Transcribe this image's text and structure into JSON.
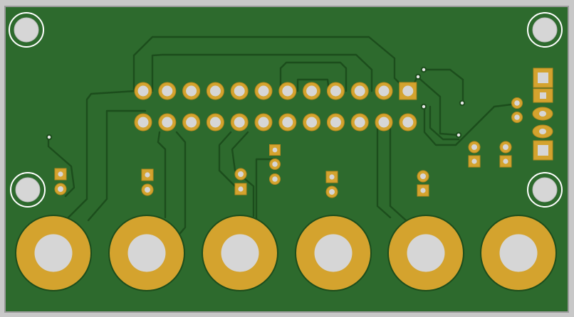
{
  "board": {
    "colors": {
      "background": "#c8c8c8",
      "substrate": "#2d6a2d",
      "copper_fill": "#276327",
      "trace": "#1f4f1f",
      "trace_outline": "#173d17",
      "pad": "#d4a32e",
      "pad_dark": "#b8881d",
      "hole": "#d6d6d6",
      "mount_ring": "#ffffff"
    },
    "mount_holes": [
      "mount-hole-top-left",
      "mount-hole-top-right",
      "mount-hole-mid-left",
      "mount-hole-mid-right"
    ],
    "header": {
      "pins_per_row": 12,
      "rows": 2
    },
    "terminals": {
      "count": 6
    }
  }
}
